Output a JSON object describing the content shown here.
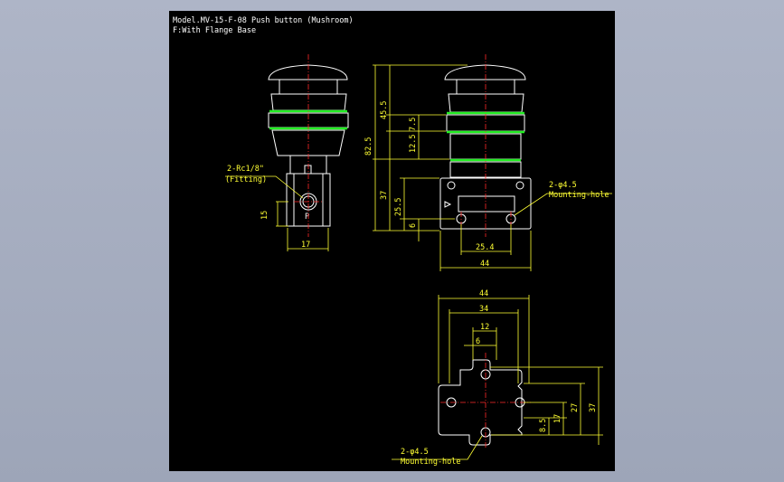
{
  "title_block": {
    "line1": "Model.MV-15-F-08 Push button (Mushroom)",
    "line2": "F:With Flange Base"
  },
  "front_view": {
    "port_label": "2-Rc1/8\"",
    "port_sub": "(Fitting)",
    "port_marker": "P",
    "dim_15": "15",
    "dim_17": "17"
  },
  "side_view": {
    "dim_82_5": "82.5",
    "dim_45_5": "45.5",
    "dim_7_5": "7.5",
    "dim_12_5": "12.5",
    "dim_37": "37",
    "dim_25_5": "25.5",
    "dim_6": "6",
    "dim_25_4": "25.4",
    "dim_44": "44",
    "hole_label": "2-φ4.5",
    "hole_sub": "Mounting-hole"
  },
  "base_view": {
    "dim_44": "44",
    "dim_34": "34",
    "dim_12": "12",
    "dim_6": "6",
    "dim_37": "37",
    "dim_17": "17",
    "dim_8_5": "8.5",
    "hole_label": "2-φ4.5",
    "hole_sub": "Mounting-hole"
  },
  "colors": {
    "background": "#000000",
    "outline": "#ffffff",
    "dimension": "#ffff33",
    "centerline": "#ff2a2a",
    "seal_ring": "#22ee22"
  }
}
